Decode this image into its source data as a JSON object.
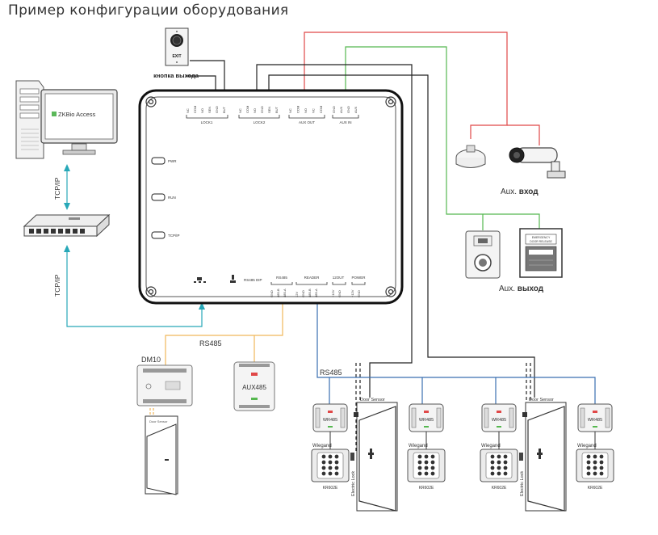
{
  "page": {
    "title": "Пример конфигурации оборудования"
  },
  "colors": {
    "red": "#e04848",
    "green": "#55b84f",
    "black": "#222222",
    "orange": "#f1b85a",
    "blue": "#3a6fb0",
    "cyan": "#27a8b8"
  },
  "devices": {
    "exit_button": {
      "caption": "кнопка выхода",
      "plate_text": "EXIT"
    },
    "computer": {
      "software": "ZKBio Access"
    },
    "tcpip_top": "TCP/IP",
    "tcpip_bottom": "TCP/IP",
    "rs485_main": "RS485",
    "rs485_right": "RS485",
    "dm10": "DM10",
    "aux485": "AUX485",
    "aux_in": {
      "prefix": "Aux.",
      "word": "вход"
    },
    "aux_out": {
      "prefix": "Aux.",
      "word": "выход"
    }
  },
  "controller": {
    "leds": [
      "PWR",
      "RUN",
      "TCP/IP"
    ],
    "groups_top": [
      "LOCK1",
      "LOCK2",
      "AUX OUT",
      "AUX IN"
    ],
    "lock1_pins": [
      "NC",
      "COM",
      "NO",
      "SEN",
      "GND",
      "BUT"
    ],
    "lock2_pins": [
      "NC",
      "COM",
      "NO",
      "GND",
      "SEN",
      "BUT"
    ],
    "auxout_pins": [
      "NC",
      "COM",
      "NO",
      "NC",
      "COM"
    ],
    "auxin_pins": [
      "GND",
      "AUX",
      "GND",
      "AUX"
    ],
    "bottom_groups": [
      "RS485",
      "READER",
      "12OUT",
      "POWER"
    ],
    "rs485_dip": "RS485 DIP",
    "bottom_pins": [
      "GND",
      "485-B",
      "485-A",
      "12V",
      "GND",
      "485-B",
      "485-A",
      "+12V",
      "GND",
      "+12V",
      "GND"
    ]
  },
  "door_units": [
    {
      "wr": "WR485",
      "wiegand": "Wiegand",
      "kr": "KR602E",
      "door_sensor": "Door Sensor",
      "lock": "Electric Lock"
    },
    {
      "wr": "WR485",
      "wiegand": "Wiegand",
      "kr": "KR602E"
    },
    {
      "wr": "WR485",
      "wiegand": "Wiegand",
      "kr": "KR602E",
      "door_sensor": "Door Sensor",
      "lock": "Electric Lock"
    },
    {
      "wr": "WR485",
      "wiegand": "Wiegand",
      "kr": "KR602E"
    }
  ],
  "small_door": {
    "label": "Door Sensor"
  },
  "emergency_box": {
    "line1": "EMERGENCY",
    "line2": "DOOR RELEASE"
  }
}
